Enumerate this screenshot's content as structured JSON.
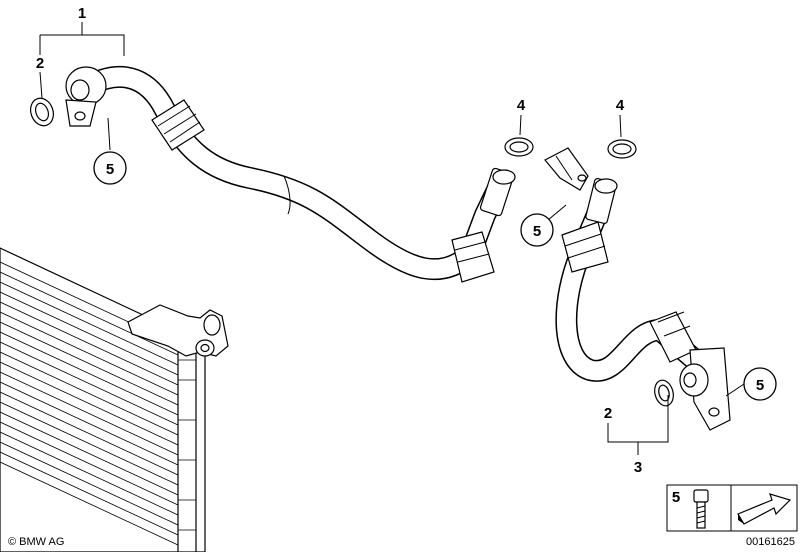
{
  "callouts": [
    {
      "id": "c1",
      "text": "1"
    },
    {
      "id": "c2a",
      "text": "2"
    },
    {
      "id": "c5a",
      "text": "5"
    },
    {
      "id": "c4a",
      "text": "4"
    },
    {
      "id": "c4b",
      "text": "4"
    },
    {
      "id": "c5b",
      "text": "5"
    },
    {
      "id": "c5c",
      "text": "5"
    },
    {
      "id": "c2b",
      "text": "2"
    },
    {
      "id": "c3",
      "text": "3"
    }
  ],
  "legend": {
    "number": "5"
  },
  "copyright": "© BMW AG",
  "diagram_id": "00161625"
}
